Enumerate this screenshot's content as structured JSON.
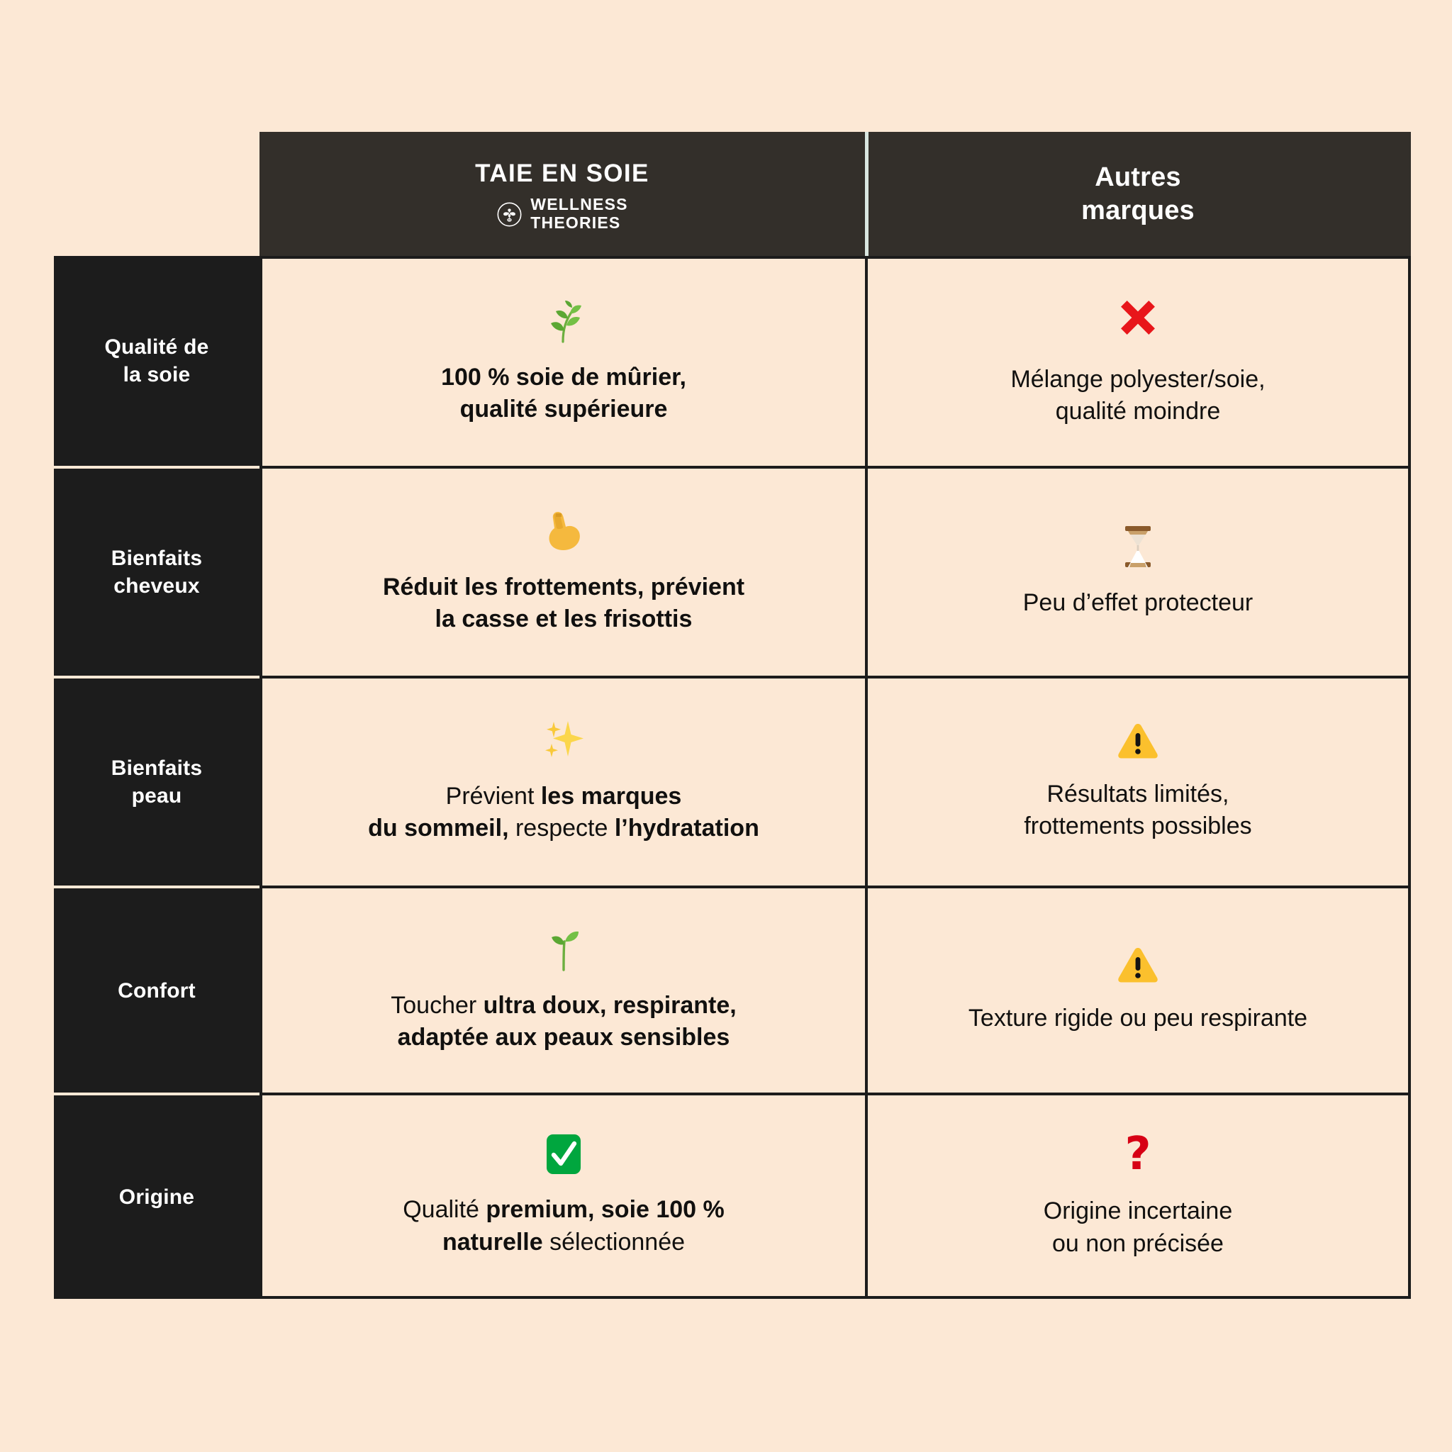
{
  "palette": {
    "page_background": "#FCE8D5",
    "header_background": "#332F2A",
    "label_background": "#1C1C1C",
    "border": "#1C1C1C",
    "text_dark": "#11100F",
    "text_light": "#FFFFFF",
    "accent_red": "#E8161A",
    "accent_green": "#00A63E",
    "accent_yellow": "#F5C518",
    "header_divider": "#D9E6E0"
  },
  "header": {
    "spacer_label": "",
    "product_column": {
      "title": "TAIE EN SOIE",
      "brand_line1": "WELLNESS",
      "brand_line2": "THEORIES",
      "brand_mark": "bee-badge-icon"
    },
    "competitor_column": {
      "line1": "Autres",
      "line2": "marques"
    }
  },
  "rows": [
    {
      "label": "Qualité de\nla soie",
      "label_line1": "Qualité de",
      "label_line2": "la soie",
      "product": {
        "icon": "herb-leaf-icon",
        "icon_glyph": "🌿",
        "bold": true,
        "line1": "100 % soie de mûrier,",
        "line2": "qualité supérieure",
        "text": "100 % soie de mûrier, qualité supérieure"
      },
      "competitor": {
        "icon": "red-cross-mark-icon",
        "icon_glyph": "✖",
        "bold": false,
        "line1": "Mélange polyester/soie,",
        "line2": "qualité moindre",
        "text": "Mélange polyester/soie, qualité moindre"
      }
    },
    {
      "label": "Bienfaits\ncheveux",
      "label_line1": "Bienfaits",
      "label_line2": "cheveux",
      "product": {
        "icon": "flexed-biceps-icon",
        "icon_glyph": "💪",
        "bold": true,
        "line1": "Réduit les frottements, prévient",
        "line2": "la casse et les frisottis",
        "text": "Réduit les frottements, prévient la casse et les frisottis"
      },
      "competitor": {
        "icon": "hourglass-icon",
        "icon_glyph": "⏳",
        "bold": false,
        "line1": "Peu d’effet protecteur",
        "line2": "",
        "text": "Peu d’effet protecteur"
      }
    },
    {
      "label": "Bienfaits\npeau",
      "label_line1": "Bienfaits",
      "label_line2": "peau",
      "product": {
        "icon": "sparkles-icon",
        "icon_glyph": "✨",
        "bold": false,
        "rich_line1": "Prévient <b>les marques</b>",
        "rich_line2": "<b>du sommeil,</b> respecte <b>l’hydratation</b>",
        "text": "Prévient les marques du sommeil, respecte l’hydratation"
      },
      "competitor": {
        "icon": "warning-triangle-icon",
        "icon_glyph": "⚠",
        "bold": false,
        "line1": "Résultats limités,",
        "line2": "frottements possibles",
        "text": "Résultats limités, frottements possibles"
      }
    },
    {
      "label": "Confort",
      "label_line1": "Confort",
      "label_line2": "",
      "product": {
        "icon": "seedling-icon",
        "icon_glyph": "🌱",
        "bold": false,
        "rich_line1": "Toucher <b>ultra doux, respirante,</b>",
        "rich_line2": "<b>adaptée aux peaux sensibles</b>",
        "text": "Toucher ultra doux, respirante, adaptée aux peaux sensibles"
      },
      "competitor": {
        "icon": "warning-triangle-icon",
        "icon_glyph": "⚠",
        "bold": false,
        "line1": "Texture rigide ou peu respirante",
        "line2": "",
        "text": "Texture rigide ou peu respirante"
      }
    },
    {
      "label": "Origine",
      "label_line1": "Origine",
      "label_line2": "",
      "product": {
        "icon": "green-check-mark-icon",
        "icon_glyph": "✅",
        "bold": false,
        "rich_line1": "Qualité <b>premium, soie 100 %</b>",
        "rich_line2": "<b>naturelle</b> sélectionnée",
        "text": "Qualité premium, soie 100 % naturelle sélectionnée"
      },
      "competitor": {
        "icon": "red-question-mark-icon",
        "icon_glyph": "?",
        "bold": false,
        "line1": "Origine incertaine",
        "line2": "ou non précisée",
        "text": "Origine incertaine ou non précisée"
      }
    }
  ]
}
